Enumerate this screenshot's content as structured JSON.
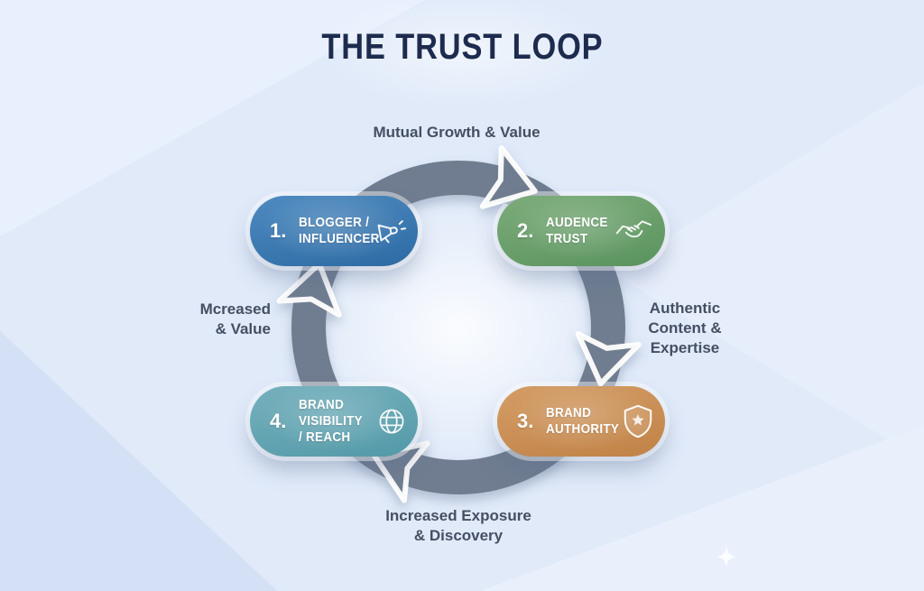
{
  "title": "THE TRUST LOOP",
  "nodes": [
    {
      "number": "1.",
      "label_lines": [
        "BLOGGER /",
        "INFLUENCER"
      ],
      "icon": "megaphone-icon",
      "color_start": "#4f8bc0",
      "color_end": "#2d6aa4"
    },
    {
      "number": "2.",
      "label_lines": [
        "AUDENCE",
        "TRUST"
      ],
      "icon": "handshake-icon",
      "color_start": "#7cac7a",
      "color_end": "#5a935e"
    },
    {
      "number": "3.",
      "label_lines": [
        "BRAND",
        "AUTHORITY"
      ],
      "icon": "shield-star-icon",
      "color_start": "#d49d66",
      "color_end": "#c08246"
    },
    {
      "number": "4.",
      "label_lines": [
        "BRAND VISIBILITY",
        "/ REACH"
      ],
      "icon": "globe-icon",
      "color_start": "#76b1bd",
      "color_end": "#5399a8"
    }
  ],
  "flow_labels": {
    "top": [
      "Mutual Growth & Value"
    ],
    "right": [
      "Authentic",
      "Content &",
      "Expertise"
    ],
    "bottom": [
      "Increased Exposure",
      "& Discovery"
    ],
    "left": [
      "Mcreased",
      "& Value"
    ]
  },
  "colors": {
    "background": "#e0eaf9",
    "ring": "#6f7d90",
    "title_text": "#1d2b4e",
    "label_text": "#454f63"
  }
}
